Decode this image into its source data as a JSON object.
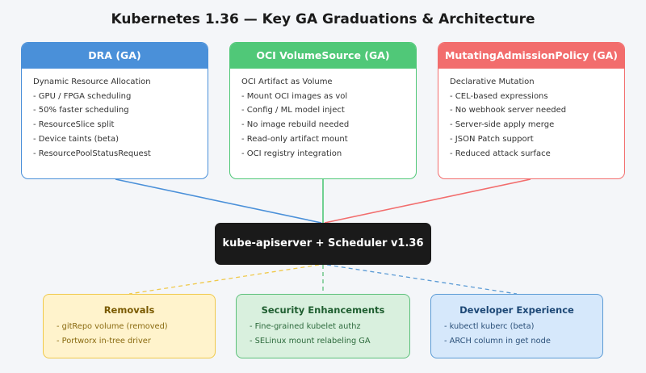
{
  "title": "Kubernetes 1.36 — Key GA Graduations & Architecture",
  "colors": {
    "dra": "#4a90d9",
    "oci": "#50c878",
    "map": "#f26d6d",
    "central": "#1a1a1a",
    "removals_fill": "#fff3cc",
    "removals_border": "#f0c94a",
    "security_fill": "#d9f0de",
    "security_border": "#5cc07a",
    "devex_fill": "#d6e8fb",
    "devex_border": "#5b9bd5"
  },
  "cards": [
    {
      "title": "DRA (GA)",
      "lead": "Dynamic Resource Allocation",
      "items": [
        "- GPU / FPGA scheduling",
        "- 50% faster scheduling",
        "- ResourceSlice split",
        "- Device taints (beta)",
        "- ResourcePoolStatusRequest"
      ]
    },
    {
      "title": "OCI VolumeSource (GA)",
      "lead": "OCI Artifact as Volume",
      "items": [
        "- Mount OCI images as vol",
        "- Config / ML model inject",
        "- No image rebuild needed",
        "- Read-only artifact mount",
        "- OCI registry integration"
      ]
    },
    {
      "title": "MutatingAdmissionPolicy (GA)",
      "lead": "Declarative Mutation",
      "items": [
        "- CEL-based expressions",
        "- No webhook server needed",
        "- Server-side apply merge",
        "- JSON Patch support",
        "- Reduced attack surface"
      ]
    }
  ],
  "central": {
    "label": "kube-apiserver + Scheduler v1.36"
  },
  "bottom": [
    {
      "title": "Removals",
      "items": [
        "- gitRepo volume (removed)",
        "- Portworx in-tree driver"
      ]
    },
    {
      "title": "Security Enhancements",
      "items": [
        "- Fine-grained kubelet authz",
        "- SELinux mount relabeling GA"
      ]
    },
    {
      "title": "Developer Experience",
      "items": [
        "- kubectl kuberc (beta)",
        "- ARCH column in get node"
      ]
    }
  ]
}
